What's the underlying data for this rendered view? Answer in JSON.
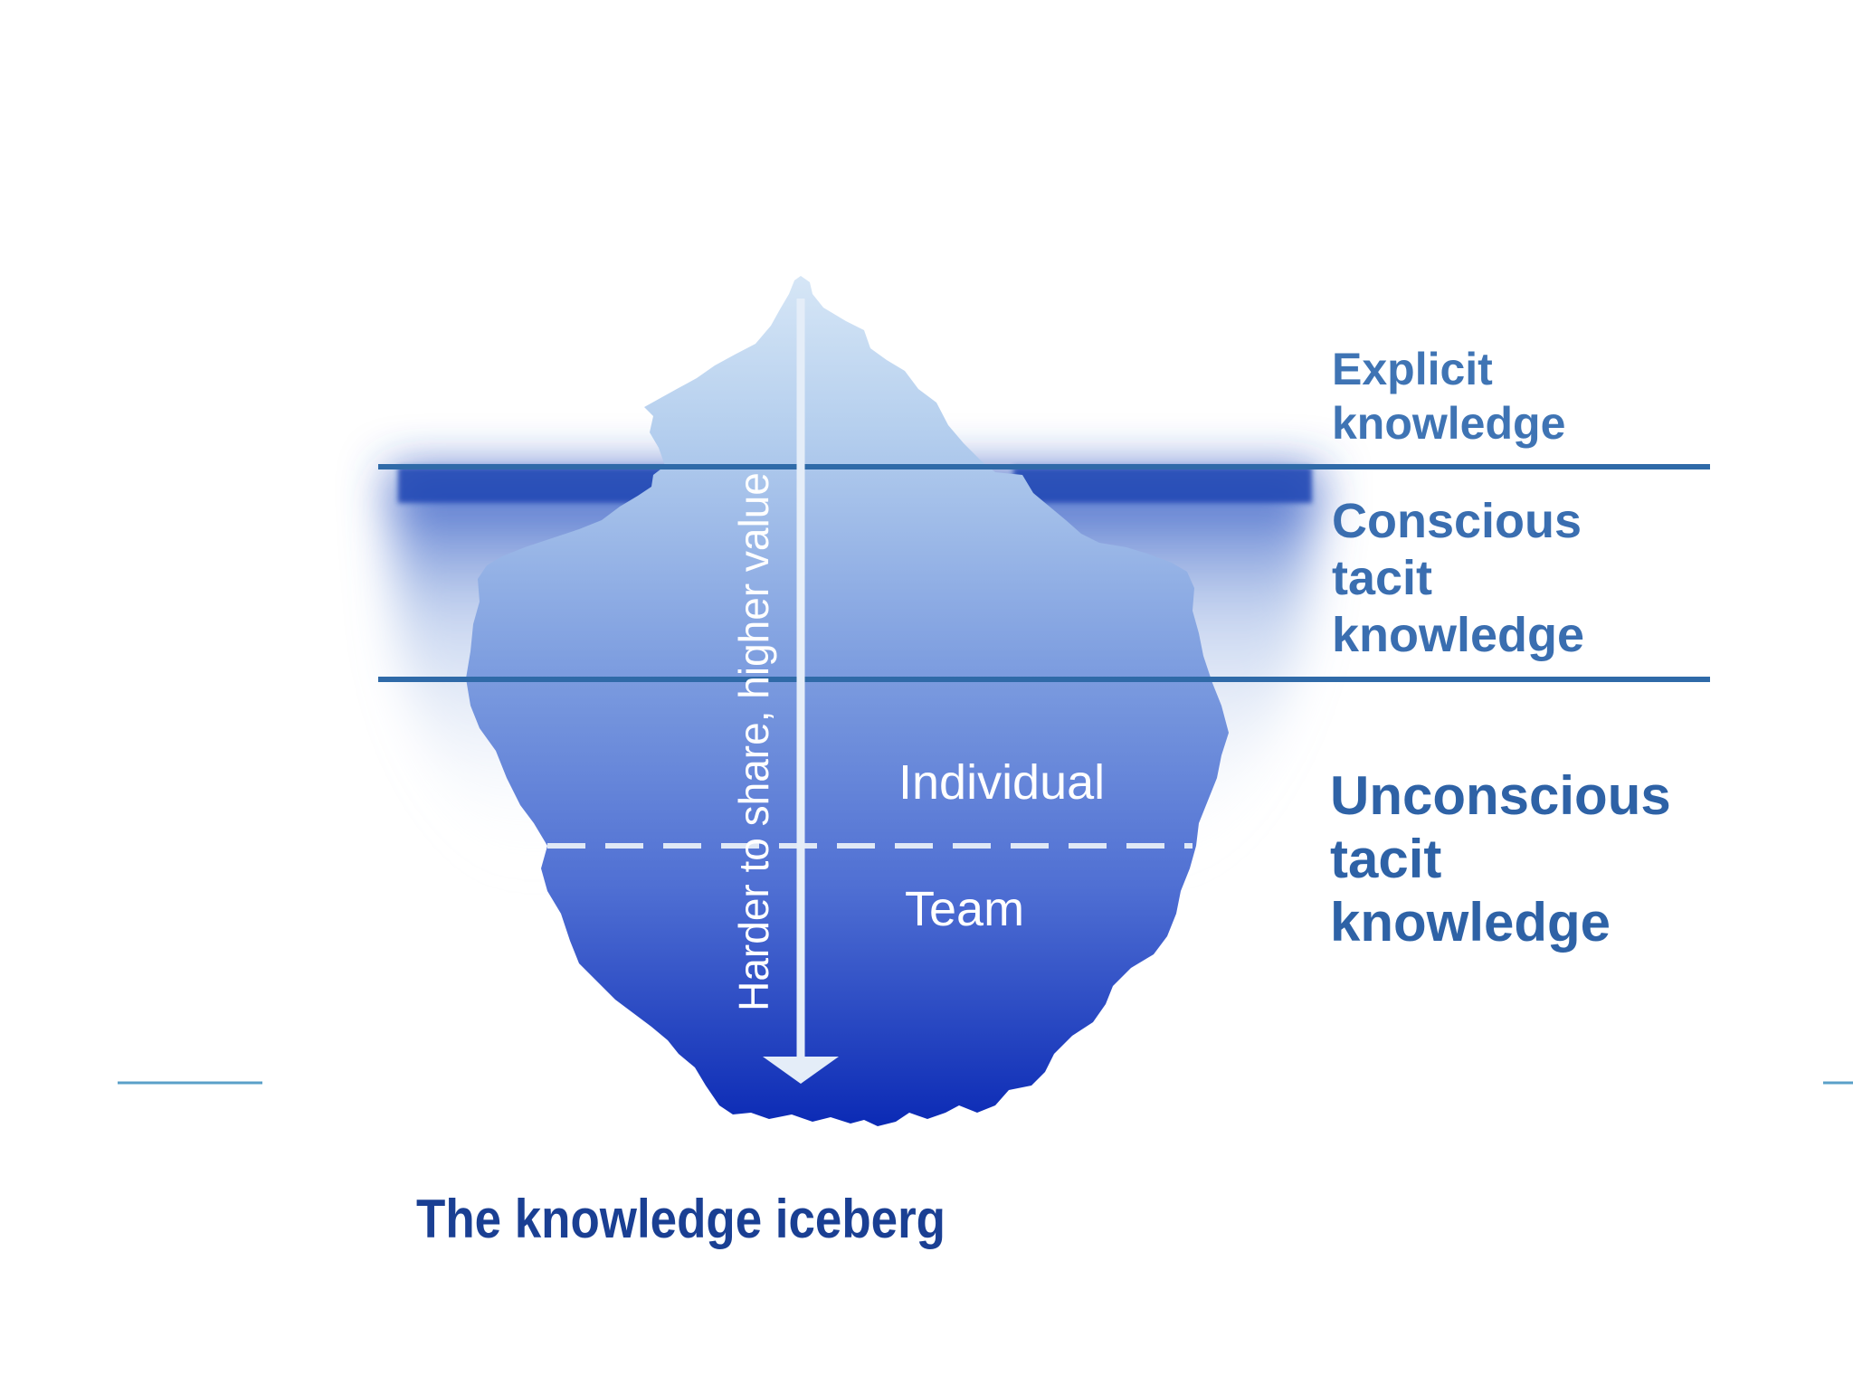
{
  "labels": {
    "explicit": [
      "Explicit",
      "knowledge"
    ],
    "conscious": [
      "Conscious",
      "tacit",
      "knowledge"
    ],
    "unconscious": [
      "Unconscious",
      "tacit",
      "knowledge"
    ],
    "individual": "Individual",
    "team": "Team",
    "arrow": "Harder to share, higher value",
    "caption": "The knowledge iceberg"
  },
  "colors": {
    "line": "#2f6aa8",
    "explicit_text": "#3f74b4",
    "conscious_text": "#3a6eb0",
    "unconscious_text": "#2e62a6",
    "caption": "#1a3f93",
    "ice_top": "#c7dcf1",
    "ice_bottom": "#0b2ab5",
    "arrow": "#e4edf8"
  }
}
